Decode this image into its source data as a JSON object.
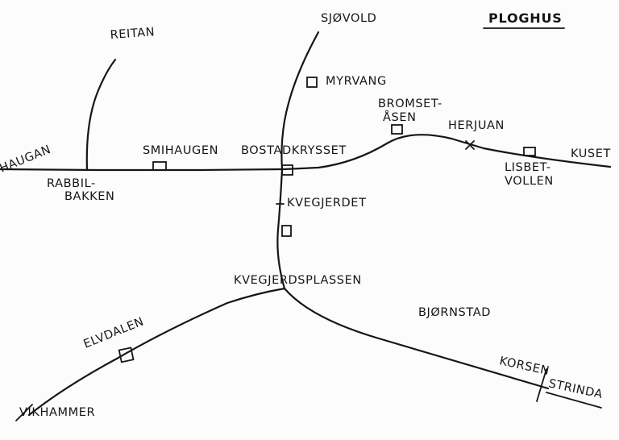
{
  "title": "PLOGHUS",
  "places": {
    "reitan": "REITAN",
    "sjovold": "SJØVOLD",
    "myrvang": "MYRVANG",
    "bromset_1": "BROMSET-",
    "bromset_2": "ÅSEN",
    "herjuan": "HERJUAN",
    "kuset": "KUSET",
    "lisbet_1": "LISBET-",
    "lisbet_2": "VOLLEN",
    "haugan": "HAUGAN",
    "smihaugen": "SMIHAUGEN",
    "bostadkrysset": "BOSTADKRYSSET",
    "rabbil_1": "RABBIL-",
    "rabbil_2": "BAKKEN",
    "kvegjerdet": "KVEGJERDET",
    "kvegjerdsplassen": "KVEGJERDSPLASSEN",
    "bjornstad": "BJØRNSTAD",
    "elvdalen": "ELVDALEN",
    "korsen": "KORSEN",
    "strinda": "STRINDA",
    "vikhammer": "VIKHAMMER"
  }
}
